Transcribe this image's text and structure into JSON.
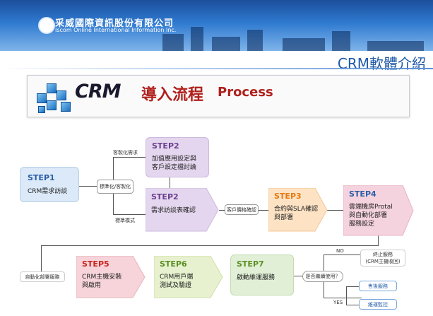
{
  "header": {
    "company_zh": "采威國際資訊股份有限公司",
    "company_en": "Iscom Online International Information Inc.",
    "page_title": "CRM軟體介紹"
  },
  "process_banner": {
    "crm": "CRM",
    "title_zh": "導入流程",
    "title_en": "Process"
  },
  "steps": {
    "step1": {
      "label": "STEP1",
      "text": "CRM需求訪談"
    },
    "step2a": {
      "label": "STEP2",
      "line1": "加值應用設定與",
      "line2": "客戶設定檔討論"
    },
    "step2b": {
      "label": "STEP2",
      "text": "需求訪談表確認"
    },
    "step3": {
      "label": "STEP3",
      "line1": "合約與SLA確認",
      "line2": "與部署"
    },
    "step4": {
      "label": "STEP4",
      "line1": "雲端機房Protal",
      "line2": "與自動化部署",
      "line3": "服務設定"
    },
    "step5": {
      "label": "STEP5",
      "line1": "CRM主機安裝",
      "line2": "與啟用"
    },
    "step6": {
      "label": "STEP6",
      "line1": "CRM用戶端",
      "line2": "測試及驗證"
    },
    "step7": {
      "label": "STEP7",
      "text": "啟動維運服務"
    }
  },
  "connectors": {
    "standard_custom": "標準化/客製化",
    "custom_need": "客製化需求",
    "standard_mode": "標準模式",
    "contract_confirm": "客戶價格確認",
    "auto_deploy": "自動化部署服務",
    "continue_use": "是否繼續使用？",
    "no": "NO",
    "yes": "YES",
    "terminate_line1": "終止服務",
    "terminate_line2": "(CRM主機收回)",
    "after_sales": "售後服務",
    "maintenance": "維運監控"
  },
  "colors": {
    "step1": "#dbe9f8",
    "step2": "#e3d6ee",
    "step3": "#fde3c4",
    "step4": "#f5d3de",
    "step5": "#f6d4d9",
    "step6": "#e7f1cf",
    "step7": "#e0efd6",
    "step_blue_text": "#2a5ea8",
    "step_red_text": "#c8231e",
    "step_orange_text": "#e57a12",
    "step_green_text": "#5b8f24"
  }
}
